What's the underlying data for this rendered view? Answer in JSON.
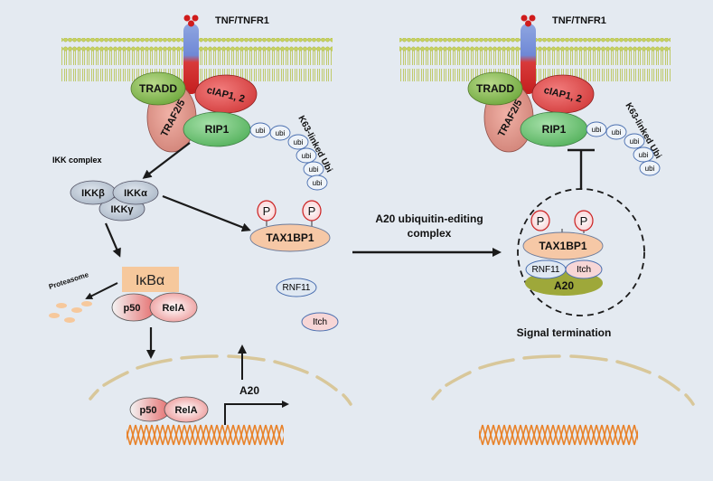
{
  "left": {
    "receptor": "TNF/TNFR1",
    "tradd": "TRADD",
    "ciap": "cIAP1, 2",
    "traf": "TRAF2/5",
    "rip1": "RIP1",
    "k63": "K63-linked Ubi",
    "ubi": [
      "ubi",
      "ubi",
      "ubi",
      "ubi",
      "ubi",
      "ubi"
    ],
    "ikk_complex": "IKK complex",
    "ikkb": "IKKβ",
    "ikka": "IKKα",
    "ikkg": "IKKγ",
    "ikba": "IκBα",
    "proteasome": "Proteasome",
    "p50": "p50",
    "rela": "RelA",
    "nuc_p50": "p50",
    "nuc_rela": "RelA",
    "a20_gene": "A20",
    "tax": "TAX1BP1",
    "p1": "P",
    "p2": "P",
    "rnf11": "RNF11",
    "itch": "Itch"
  },
  "middle": {
    "line1": "A20 ubiquitin-editing",
    "line2": "complex"
  },
  "right": {
    "receptor": "TNF/TNFR1",
    "tradd": "TRADD",
    "ciap": "cIAP1, 2",
    "traf": "TRAF2/5",
    "rip1": "RIP1",
    "k63": "K63-linked Ubi",
    "ubi": [
      "ubi",
      "ubi",
      "ubi",
      "ubi",
      "ubi"
    ],
    "p1": "P",
    "p2": "P",
    "tax": "TAX1BP1",
    "rnf11": "RNF11",
    "itch": "Itch",
    "a20": "A20",
    "signal": "Signal termination"
  }
}
